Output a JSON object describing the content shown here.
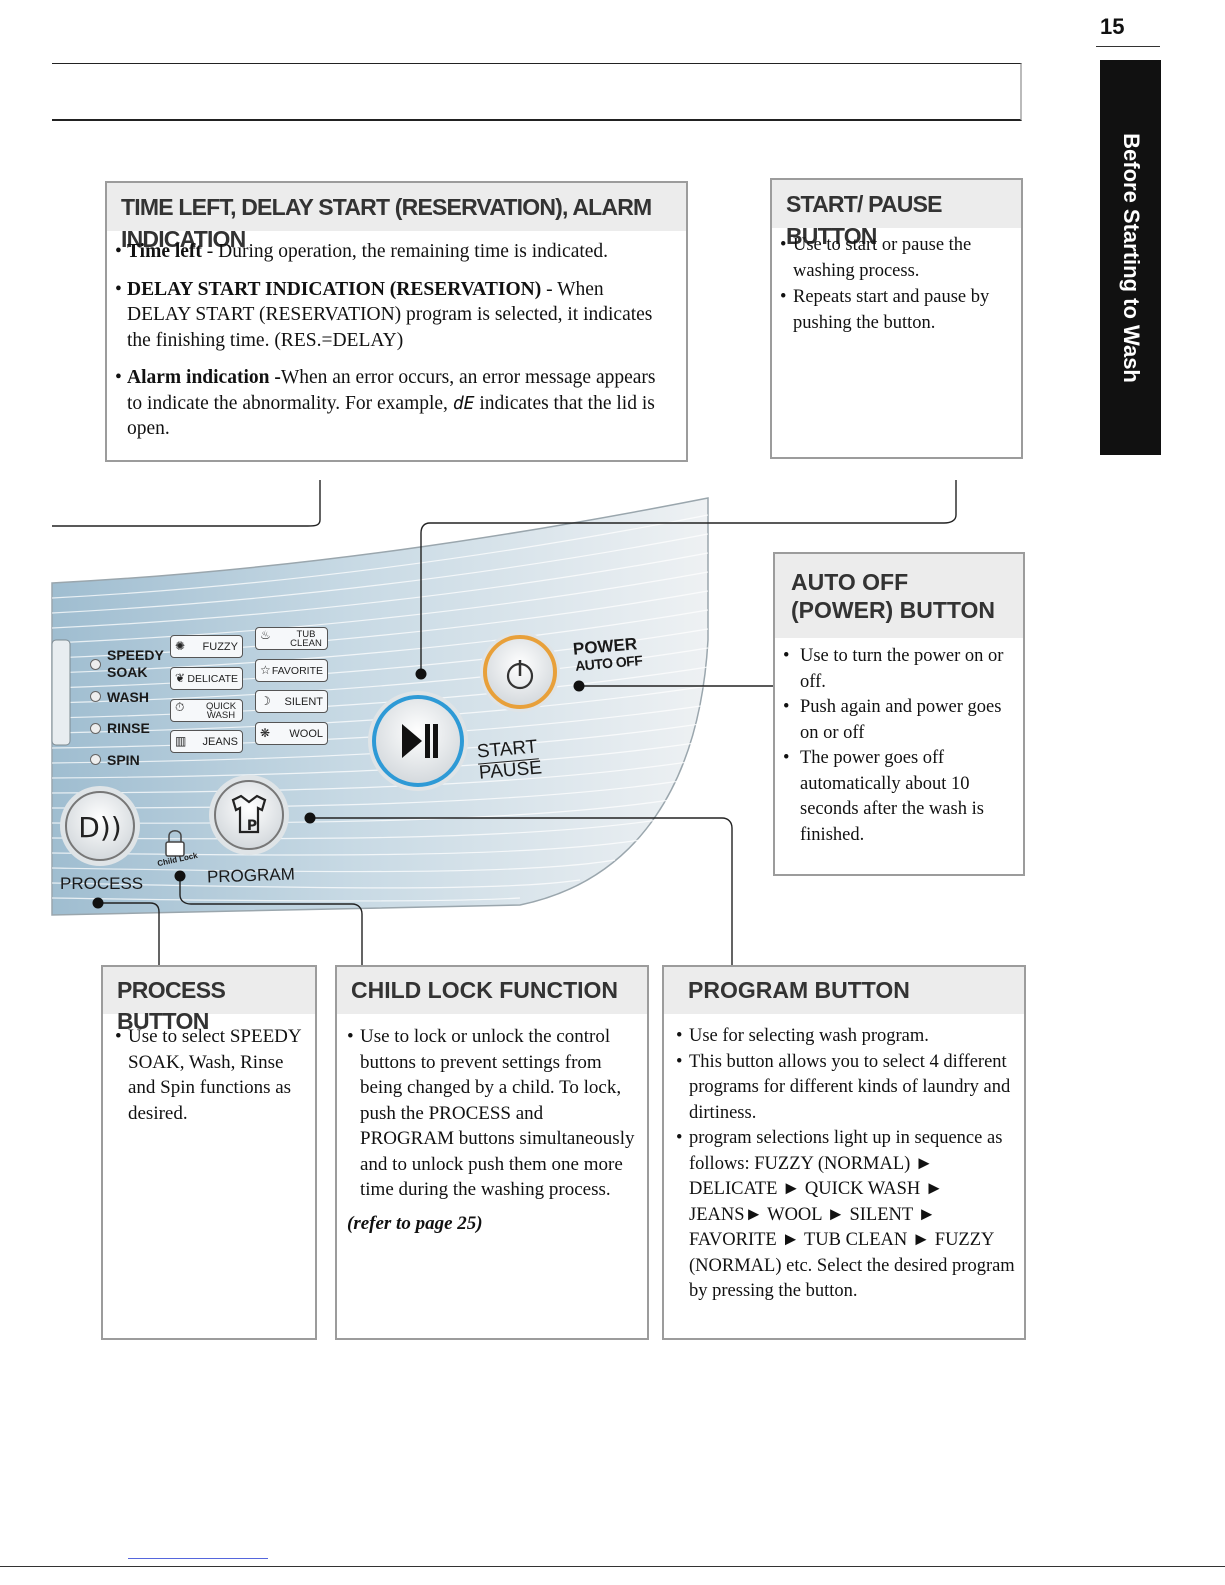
{
  "page": {
    "number": "15",
    "side_tab": "Before Starting to Wash"
  },
  "time_left": {
    "heading": "TIME LEFT, DELAY START  (RESERVATION), ALARM INDICATION",
    "items": [
      {
        "term": "Time left",
        "text": " - During operation, the remaining time is indicated."
      },
      {
        "term": "DELAY START INDICATION (RESERVATION)",
        "text": " - When DELAY START (RESERVATION)  program is selected, it indicates the finishing time. (RES.=DELAY)"
      },
      {
        "term": "Alarm indication -",
        "text": "When an error occurs, an error message appears to indicate the abnormality. For example, ",
        "code": "dE",
        "text2": " indicates that the lid is open."
      }
    ]
  },
  "start_pause": {
    "heading": "START/ PAUSE BUTTON",
    "items": [
      "Use to start or pause the washing process.",
      "Repeats start and pause by pushing the button."
    ]
  },
  "auto_off": {
    "heading": "AUTO OFF (POWER) BUTTON",
    "items": [
      "Use to turn the power on or off.",
      "Push again and power goes on or off",
      "The power goes off automatically about 10 seconds after the wash is finished."
    ]
  },
  "process_button": {
    "heading": "PROCESS BUTTON",
    "items": [
      "Use to select SPEEDY SOAK, Wash, Rinse and Spin functions as desired."
    ]
  },
  "child_lock": {
    "heading": "CHILD LOCK FUNCTION",
    "items": [
      "Use to lock or unlock the control buttons to prevent settings from being changed by a child. To lock, push the PROCESS and PROGRAM buttons simultaneously and to unlock push them one more time during the washing process."
    ],
    "reference": "(refer to page 25)"
  },
  "program_button": {
    "heading": "PROGRAM BUTTON",
    "items": [
      "Use for selecting wash program.",
      "This button allows you to  select 4 different  programs for  different kinds  of laundry and dirtiness.",
      "program selections light up in sequence as follows: FUZZY (NORMAL) ► DELICATE ► QUICK WASH ► JEANS► WOOL ► SILENT ► FAVORITE ► TUB CLEAN ► FUZZY (NORMAL) etc. Select the desired program by pressing the button."
    ]
  },
  "panel": {
    "process_steps": [
      "SPEEDY SOAK",
      "WASH",
      "RINSE",
      "SPIN"
    ],
    "programs": {
      "fuzzy": "FUZZY",
      "tub_clean": "TUB CLEAN",
      "delicate": "DELICATE",
      "favorite": "FAVORITE",
      "quick_wash": "QUICK WASH",
      "silent": "SILENT",
      "jeans": "JEANS",
      "wool": "WOOL"
    },
    "power_label": "POWER",
    "auto_off_label": "AUTO OFF",
    "start_label": "START",
    "pause_label": "PAUSE",
    "process_label": "PROCESS",
    "program_label": "PROGRAM",
    "child_lock_label": "Child Lock",
    "colors": {
      "power_ring": "#e8a03a",
      "start_ring": "#2e9ad6",
      "panel": "#b9cfdc"
    }
  }
}
